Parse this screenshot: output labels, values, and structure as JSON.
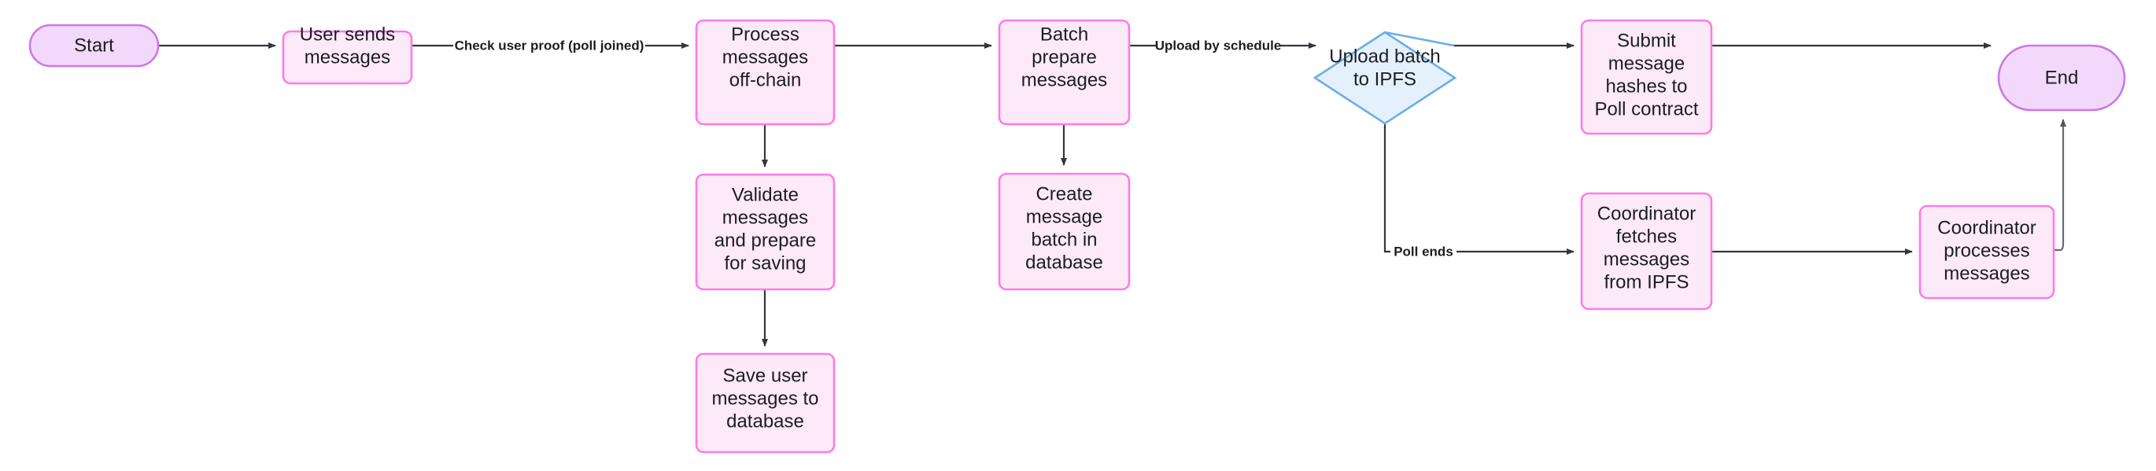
{
  "diagram": {
    "type": "flowchart",
    "orientation": "left-to-right",
    "background_color": "#ffffff",
    "palette": {
      "process_fill": "#fdeaf8",
      "process_stroke": "#ff7ae6",
      "terminal_fill": "#f2d9fb",
      "terminal_stroke": "#cd77e8",
      "decision_fill": "#e4f1fd",
      "decision_stroke": "#6aaee8",
      "edge_stroke": "#35353f",
      "text_color": "#1d1d21"
    },
    "nodes": [
      {
        "id": "start",
        "shape": "terminal",
        "lines": [
          "Start"
        ]
      },
      {
        "id": "user_sends",
        "shape": "process",
        "lines": [
          "User sends",
          "messages"
        ]
      },
      {
        "id": "process_off",
        "shape": "process",
        "lines": [
          "Process",
          "messages",
          "off-chain"
        ]
      },
      {
        "id": "validate",
        "shape": "process",
        "lines": [
          "Validate",
          "messages",
          "and prepare",
          "for saving"
        ]
      },
      {
        "id": "save_user",
        "shape": "process",
        "lines": [
          "Save user",
          "messages to",
          "database"
        ]
      },
      {
        "id": "batch_prep",
        "shape": "process",
        "lines": [
          "Batch",
          "prepare",
          "messages"
        ]
      },
      {
        "id": "create_batch",
        "shape": "process",
        "lines": [
          "Create",
          "message",
          "batch in",
          "database"
        ]
      },
      {
        "id": "upload_ipfs",
        "shape": "decision",
        "lines": [
          "Upload batch",
          "to IPFS"
        ]
      },
      {
        "id": "submit_hash",
        "shape": "process",
        "lines": [
          "Submit",
          "message",
          "hashes to",
          "Poll contract"
        ]
      },
      {
        "id": "coord_fetch",
        "shape": "process",
        "lines": [
          "Coordinator",
          "fetches",
          "messages",
          "from IPFS"
        ]
      },
      {
        "id": "coord_proc",
        "shape": "process",
        "lines": [
          "Coordinator",
          "processes",
          "messages"
        ]
      },
      {
        "id": "end",
        "shape": "terminal",
        "lines": [
          "End"
        ]
      }
    ],
    "edges": [
      {
        "from": "start",
        "to": "user_sends",
        "label": ""
      },
      {
        "from": "user_sends",
        "to": "process_off",
        "label": "Check user proof (poll joined)"
      },
      {
        "from": "process_off",
        "to": "batch_prep",
        "label": ""
      },
      {
        "from": "process_off",
        "to": "validate",
        "label": ""
      },
      {
        "from": "validate",
        "to": "save_user",
        "label": ""
      },
      {
        "from": "batch_prep",
        "to": "create_batch",
        "label": ""
      },
      {
        "from": "batch_prep",
        "to": "upload_ipfs",
        "label": "Upload by schedule"
      },
      {
        "from": "upload_ipfs",
        "to": "submit_hash",
        "label": ""
      },
      {
        "from": "upload_ipfs",
        "to": "coord_fetch",
        "label": "Poll ends"
      },
      {
        "from": "submit_hash",
        "to": "end",
        "label": ""
      },
      {
        "from": "coord_fetch",
        "to": "coord_proc",
        "label": ""
      },
      {
        "from": "coord_proc",
        "to": "end",
        "label": ""
      }
    ]
  },
  "labels": {
    "start": "Start",
    "user_sends_l1": "User sends",
    "user_sends_l2": "messages",
    "process_off_l1": "Process",
    "process_off_l2": "messages",
    "process_off_l3": "off-chain",
    "validate_l1": "Validate",
    "validate_l2": "messages",
    "validate_l3": "and prepare",
    "validate_l4": "for saving",
    "save_user_l1": "Save user",
    "save_user_l2": "messages to",
    "save_user_l3": "database",
    "batch_prep_l1": "Batch",
    "batch_prep_l2": "prepare",
    "batch_prep_l3": "messages",
    "create_batch_l1": "Create",
    "create_batch_l2": "message",
    "create_batch_l3": "batch in",
    "create_batch_l4": "database",
    "upload_ipfs_l1": "Upload batch",
    "upload_ipfs_l2": "to IPFS",
    "submit_hash_l1": "Submit",
    "submit_hash_l2": "message",
    "submit_hash_l3": "hashes to",
    "submit_hash_l4": "Poll contract",
    "coord_fetch_l1": "Coordinator",
    "coord_fetch_l2": "fetches",
    "coord_fetch_l3": "messages",
    "coord_fetch_l4": "from IPFS",
    "coord_proc_l1": "Coordinator",
    "coord_proc_l2": "processes",
    "coord_proc_l3": "messages",
    "end": "End",
    "edge_check_proof": "Check user proof (poll joined)",
    "edge_upload_schedule": "Upload by schedule",
    "edge_poll_ends": "Poll ends"
  }
}
